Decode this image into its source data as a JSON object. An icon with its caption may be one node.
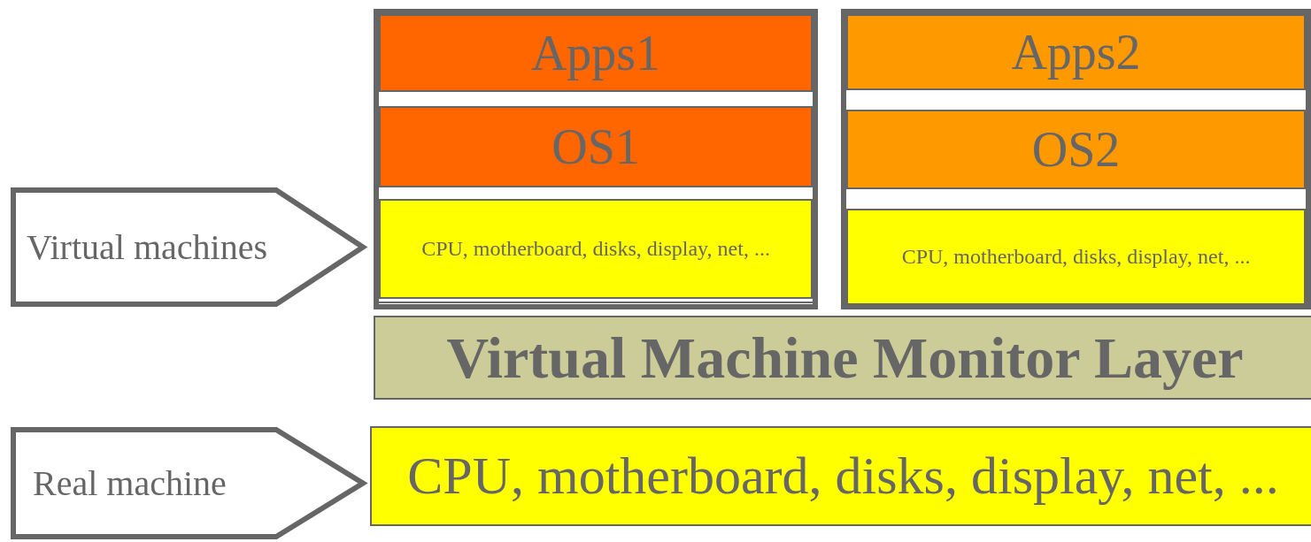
{
  "diagram": {
    "nodes": [
      {
        "text": [],
        "shape": "box"
      },
      {
        "text": [
          "Apps1"
        ],
        "in": 0
      },
      {
        "text": [
          "OS1"
        ],
        "in": 0
      },
      {
        "text": [
          "CPU, motherboard, disks, display, net, ..."
        ],
        "in": 0
      },
      {
        "text": [],
        "shape": "box"
      },
      {
        "text": [
          "Apps2"
        ],
        "in": 4
      },
      {
        "text": [
          "OS2"
        ],
        "in": 4
      },
      {
        "text": [
          "CPU, motherboard, disks, display, net, ..."
        ],
        "in": 4
      },
      {
        "text": [
          "Virtual Machine Monitor Layer"
        ]
      },
      {
        "text": [
          "CPU, motherboard, disks, display, net, ..."
        ]
      },
      {
        "text": [
          "Virtual machines"
        ]
      },
      {
        "text": [
          "Real machine"
        ]
      }
    ]
  }
}
